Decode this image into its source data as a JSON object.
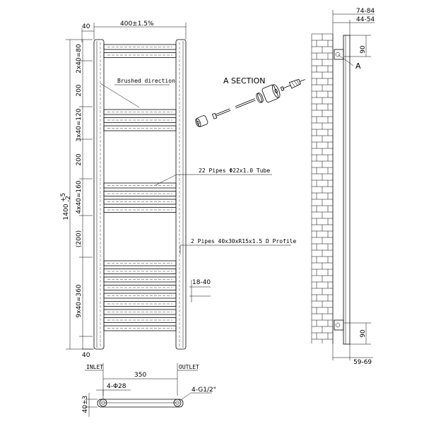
{
  "front_view": {
    "width_label": "400±1.5%",
    "side_offset_label": "40",
    "bottom_offset_label": "40",
    "height_label": "1400",
    "height_tolerance_sup": "+5",
    "height_tolerance_sub": "-2",
    "segment_labels": [
      "2x40=80",
      "200",
      "3x40=120",
      "200",
      "4x40=160",
      "(200)",
      "9x40=360"
    ],
    "brushed_direction_label": "Brushed direction",
    "pipes_label": "22 Pipes Φ22x1.0 Tube",
    "profile_label": "2 Pipes 40x30xR15x1.5 D Profile",
    "spacing_label": "18-40"
  },
  "section": {
    "title": "A SECTION"
  },
  "side_view": {
    "depth_outer_label": "74-84",
    "depth_inner_label": "44-54",
    "bracket_top_label": "90",
    "bracket_bottom_label": "90",
    "section_marker": "A",
    "bottom_depth_label": "59-69"
  },
  "bottom_view": {
    "inlet_label": "INLET",
    "outlet_label": "OUTLET",
    "centres_label": "350",
    "holes_label": "4-Φ28",
    "thread_label": "4-G1/2\"",
    "offset_label": "40±3"
  }
}
